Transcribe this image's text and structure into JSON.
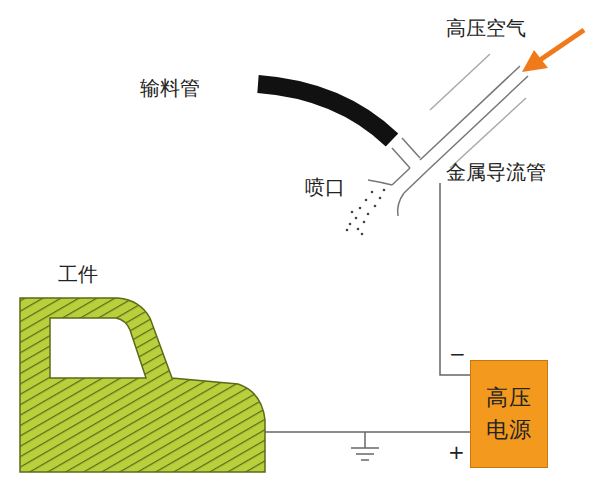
{
  "diagram": {
    "nodes": [
      {
        "text": [
          "高压电源"
        ]
      }
    ],
    "labels": [
      "高压空气",
      "输料管",
      "金属导流管",
      "喷口",
      "工件",
      "−",
      "+"
    ]
  }
}
